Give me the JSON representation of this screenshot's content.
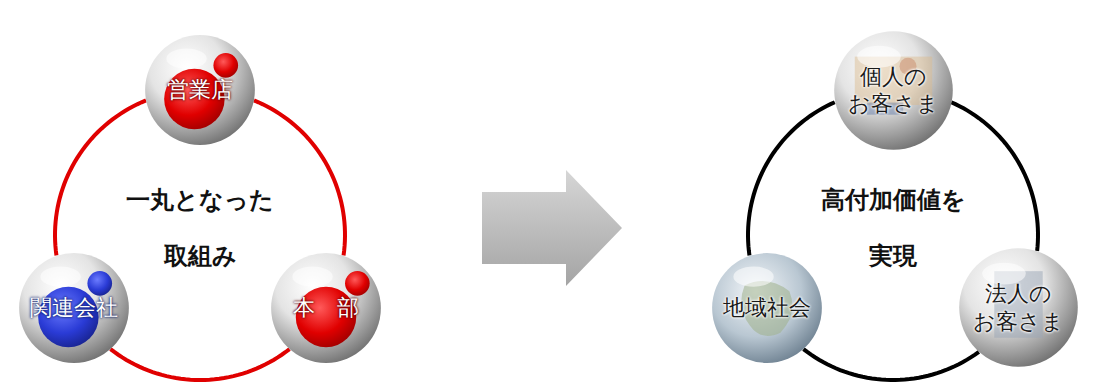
{
  "diagram": {
    "nodes": [
      {
        "text": [
          "営業店"
        ]
      },
      {
        "text": [
          "関連会社"
        ]
      },
      {
        "text": [
          "本　部"
        ]
      },
      {
        "text": [
          "個人の お客さま"
        ]
      },
      {
        "text": [
          "地域社会"
        ]
      },
      {
        "text": [
          "法人の お客さま"
        ]
      }
    ],
    "edges": [
      {
        "from": 0,
        "to": 1,
        "arrow": "none"
      },
      {
        "from": 1,
        "to": 2,
        "arrow": "none"
      },
      {
        "from": 2,
        "to": 0,
        "arrow": "none"
      },
      {
        "from": 3,
        "to": 4,
        "arrow": "none"
      },
      {
        "from": 4,
        "to": 5,
        "arrow": "none"
      },
      {
        "from": 5,
        "to": 3,
        "arrow": "none"
      }
    ],
    "labels": [
      "一丸となった 取組み",
      "高付加価値を 実現"
    ]
  }
}
